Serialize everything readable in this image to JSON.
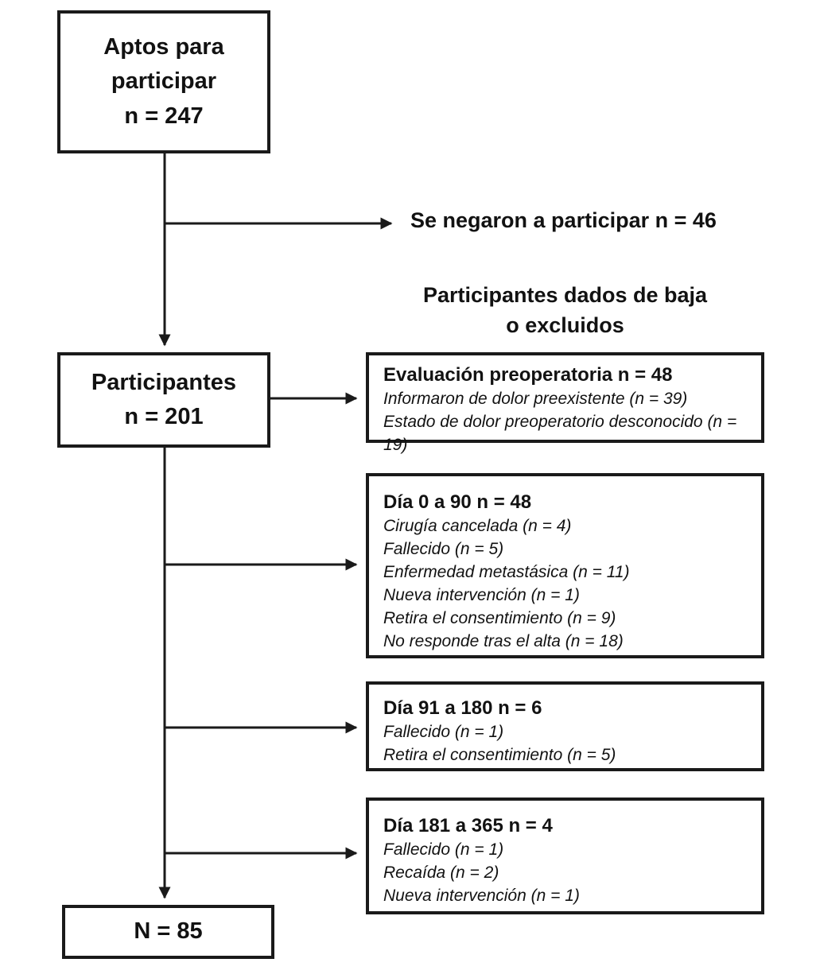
{
  "flow": {
    "eligible": {
      "lines": [
        "Aptos para",
        "participar",
        "n = 247"
      ]
    },
    "refused_label": "Se negaron a participar n = 46",
    "participants": {
      "lines": [
        "Participantes",
        "n = 201"
      ]
    },
    "withdrawn_heading": {
      "line1": "Participantes dados de baja",
      "line2": "o excluidos"
    },
    "final": {
      "label": "N = 85"
    }
  },
  "exclusions": [
    {
      "title": "Evaluación preoperatoria n = 48",
      "items": [
        "Informaron de dolor preexistente (n = 39)",
        "Estado de dolor preoperatorio desconocido (n = 19)"
      ]
    },
    {
      "title": "Día 0 a 90 n = 48",
      "items": [
        "Cirugía cancelada (n = 4)",
        "Fallecido (n = 5)",
        "Enfermedad metastásica (n = 11)",
        "Nueva intervención (n = 1)",
        "Retira el consentimiento (n = 9)",
        "No responde tras el alta (n = 18)"
      ]
    },
    {
      "title": "Día 91 a 180 n = 6",
      "items": [
        "Fallecido (n = 1)",
        "Retira el consentimiento (n = 5)"
      ]
    },
    {
      "title": "Día 181 a 365 n = 4",
      "items": [
        "Fallecido (n = 1)",
        "Recaída (n = 2)",
        "Nueva intervención (n = 1)"
      ]
    }
  ],
  "colors": {
    "line": "#1a1a1a",
    "text": "#121212",
    "background": "#ffffff"
  }
}
